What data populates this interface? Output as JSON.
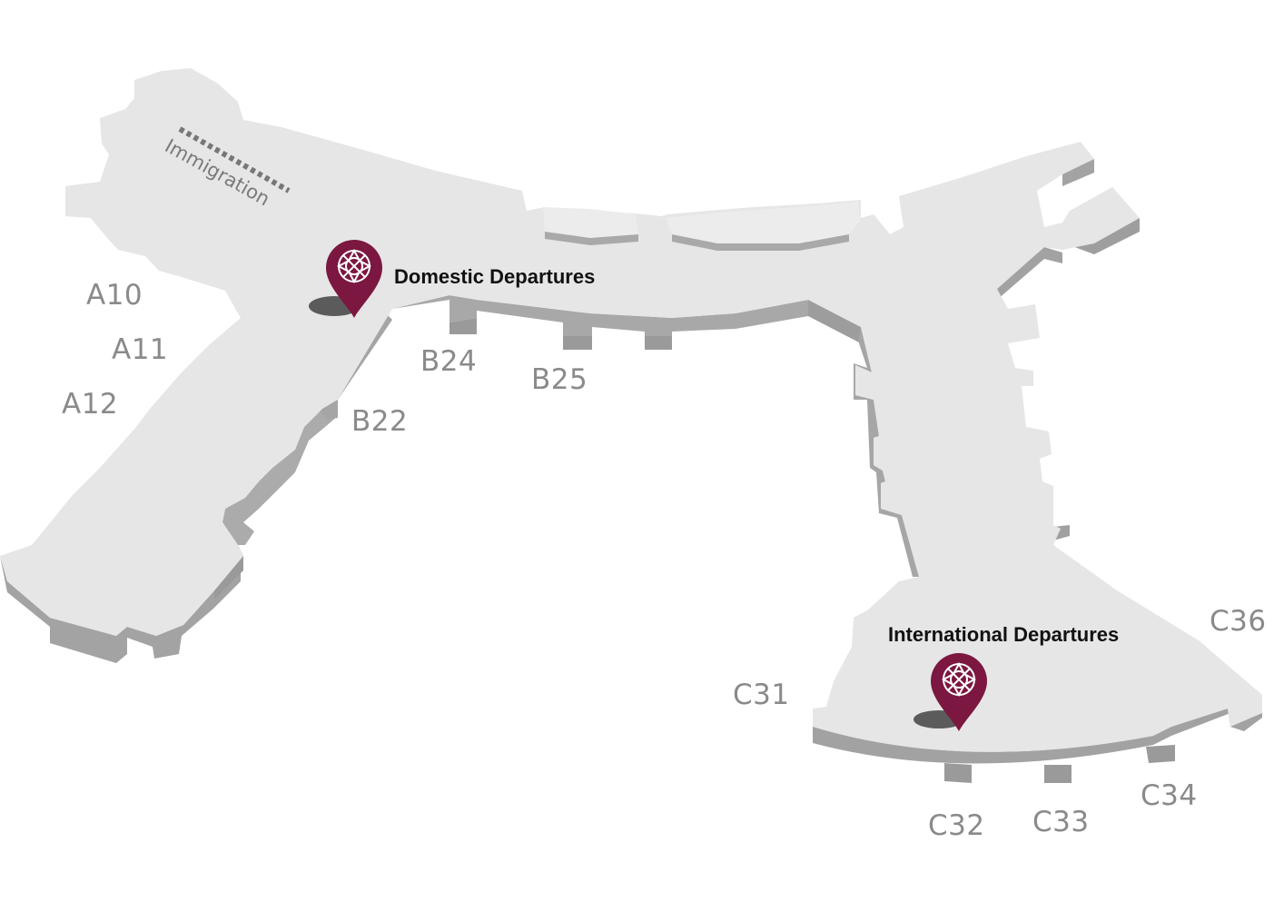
{
  "map": {
    "colors": {
      "floor_top": "#e4e4e4",
      "floor_side": "#a9a9a9",
      "floor_side_dark": "#939393",
      "gate_label": "#8a8a8a",
      "pin": "#7b1740",
      "pin_shadow": "#5b5b5b",
      "immigration_dash": "#777777"
    },
    "immigration": {
      "label": "Immigration"
    },
    "departures": [
      {
        "label": "Domestic Departures",
        "icon": "location-pin-icon"
      },
      {
        "label": "International Departures",
        "icon": "location-pin-icon"
      }
    ],
    "gates": {
      "a10": "A10",
      "a11": "A11",
      "a12": "A12",
      "b22": "B22",
      "b24": "B24",
      "b25": "B25",
      "c31": "C31",
      "c32": "C32",
      "c33": "C33",
      "c34": "C34",
      "c36": "C36"
    }
  }
}
